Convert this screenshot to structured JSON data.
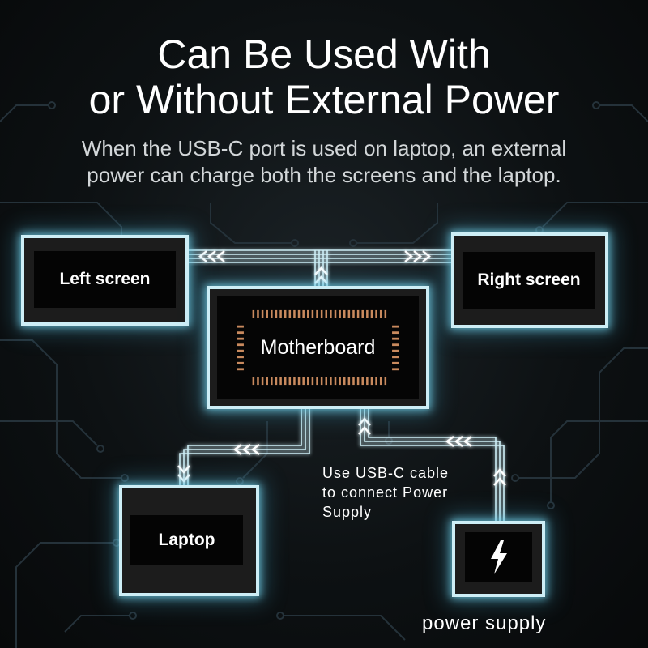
{
  "header": {
    "title_line1": "Can Be Used With",
    "title_line2": "or Without External Power",
    "subtitle_line1": "When the USB-C port is used on laptop, an external",
    "subtitle_line2": "power can charge both the screens and the laptop."
  },
  "nodes": {
    "left_screen": "Left screen",
    "right_screen": "Right screen",
    "motherboard": "Motherboard",
    "laptop": "Laptop",
    "power_supply": "power supply"
  },
  "note": {
    "line1": "Use USB-C cable",
    "line2": "to connect Power",
    "line3": "Supply"
  },
  "icons": {
    "power_supply": "lightning-bolt-icon",
    "chip": "chip-pins-icon",
    "flow_arrows": "chevron-arrow-icon"
  },
  "colors": {
    "glow": "#cdeef6",
    "chip_pins": "#c98a5e",
    "background": "#0d1113"
  }
}
